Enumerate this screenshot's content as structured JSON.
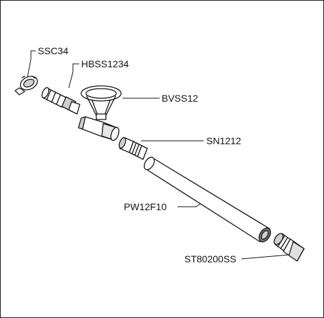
{
  "labels": {
    "clamp": "SSC34",
    "hose_barb": "HBSS1234",
    "ball_valve": "BVSS12",
    "nipple": "SN1212",
    "pipe": "PW12F10",
    "strainer": "ST80200SS"
  },
  "colors": {
    "ink": "#111111",
    "part_fill": "#ffffff",
    "shade": "#cfcfcf",
    "dark_shade": "#7a7a7a",
    "frame": "#1a1a1a"
  }
}
